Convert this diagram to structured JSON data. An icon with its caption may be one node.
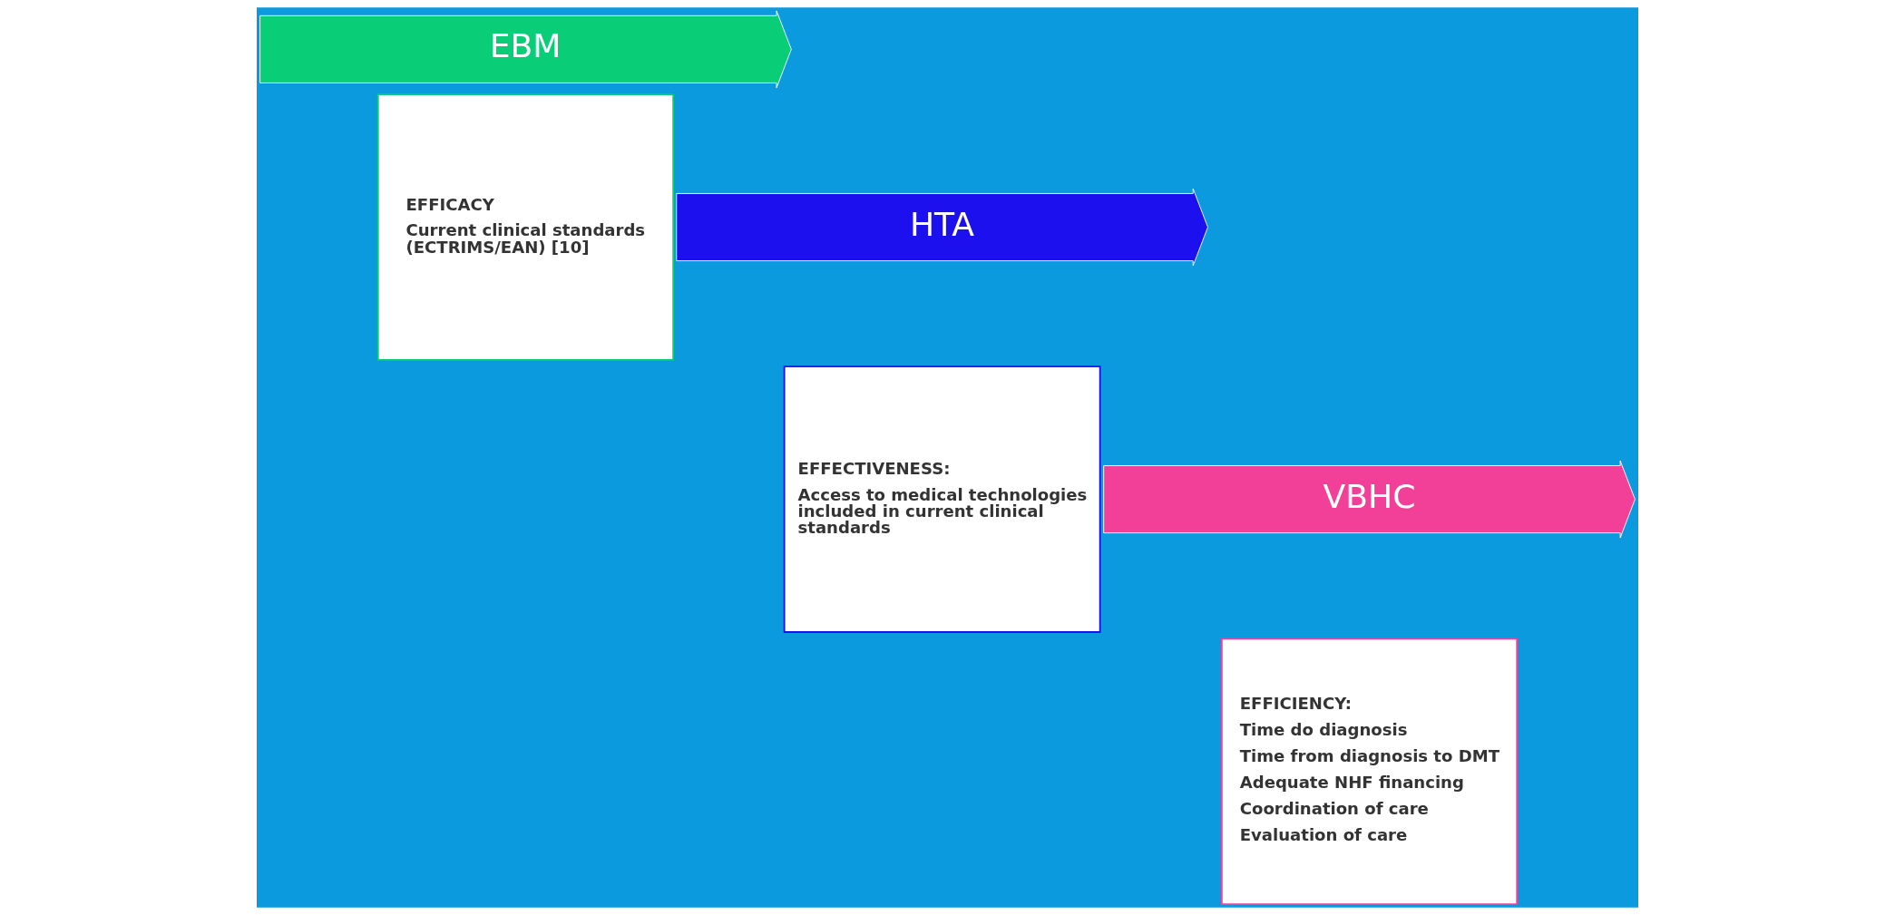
{
  "diagram": {
    "nodes": [
      {
        "text": [
          "EBM"
        ]
      },
      {
        "text": [
          "EFFICACY",
          "Current clinical standards (ECTRIMS/EAN) [10]"
        ]
      },
      {
        "text": [
          "HTA"
        ]
      },
      {
        "text": [
          "EFFECTIVENESS:",
          "Access to medical technologies included in current clinical standards"
        ]
      },
      {
        "text": [
          "VBHC"
        ]
      },
      {
        "text": [
          "EFFICIENCY:",
          "Time do diagnosis",
          "Time from diagnosis to DMT",
          "Adequate NHF financing",
          "Coordination of care",
          "Evaluation of care"
        ]
      }
    ]
  }
}
